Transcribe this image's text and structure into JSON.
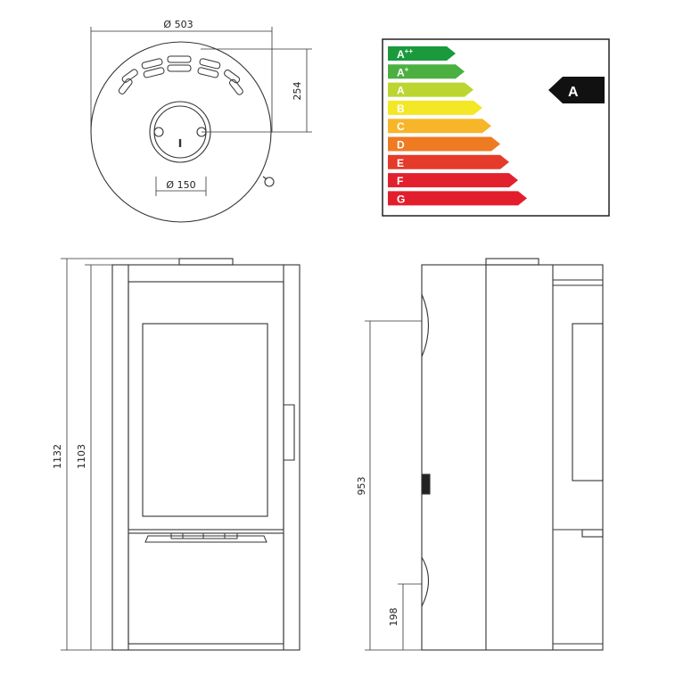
{
  "dimensions": {
    "top_diameter": "Ø 503",
    "top_depth": "254",
    "flue_diameter": "Ø 150",
    "total_height": "1132",
    "body_height": "1103",
    "side_upper": "953",
    "side_lower": "198"
  },
  "energy_label": {
    "classes": [
      {
        "label": "A",
        "sup": "++",
        "color": "#1a9a3c"
      },
      {
        "label": "A",
        "sup": "+",
        "color": "#4cb041"
      },
      {
        "label": "A",
        "sup": "",
        "color": "#bcd530"
      },
      {
        "label": "B",
        "sup": "",
        "color": "#f3e726"
      },
      {
        "label": "C",
        "sup": "",
        "color": "#f7b52a"
      },
      {
        "label": "D",
        "sup": "",
        "color": "#ee7a22"
      },
      {
        "label": "E",
        "sup": "",
        "color": "#e53b2a"
      },
      {
        "label": "F",
        "sup": "",
        "color": "#e3202e"
      },
      {
        "label": "G",
        "sup": "",
        "color": "#e31e2c"
      }
    ],
    "rating": "A",
    "rating_color": "#111111"
  }
}
